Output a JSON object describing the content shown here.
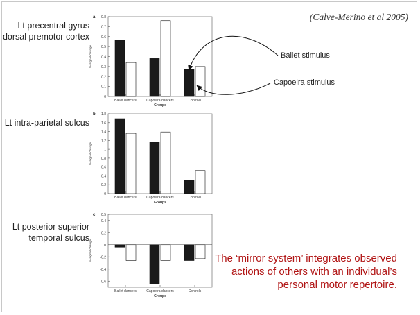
{
  "citation": "(Calve-Merino et al 2005)",
  "legend": {
    "ballet_label": "Ballet stimulus",
    "capoeira_label": "Capoeira stimulus"
  },
  "conclusion": "The ‘mirror system’ integrates observed actions of others with an individual’s personal motor repertoire.",
  "colors": {
    "ballet_bar": "#1a1a1a",
    "capoeira_bar": "#ffffff",
    "conclusion_text": "#b11515"
  },
  "chart_data": [
    {
      "type": "bar",
      "panel_letter": "a",
      "region_label": "Lt precentral gyrus\ndorsal premotor cortex",
      "categories": [
        "Ballet dancers",
        "Capoeira dancers",
        "Controls"
      ],
      "series": [
        {
          "name": "Ballet stimulus",
          "values": [
            0.565,
            0.38,
            0.27
          ]
        },
        {
          "name": "Capoeira stimulus",
          "values": [
            0.34,
            0.76,
            0.3
          ]
        }
      ],
      "ylim": [
        0,
        0.8
      ],
      "yticks": [
        0,
        0.1,
        0.2,
        0.3,
        0.4,
        0.5,
        0.6,
        0.7,
        0.8
      ],
      "ytick_labels": [
        "0",
        "0.1",
        "0.2",
        "0.3",
        "0.4",
        "0.5",
        "0.6",
        "0.7",
        "0.8"
      ],
      "xlabel": "Groups",
      "ylabel": "% signal change"
    },
    {
      "type": "bar",
      "panel_letter": "b",
      "region_label": "Lt intra-parietal sulcus",
      "categories": [
        "Ballet dancers",
        "Capoeira dancers",
        "Controls"
      ],
      "series": [
        {
          "name": "Ballet stimulus",
          "values": [
            1.69,
            1.16,
            0.3
          ]
        },
        {
          "name": "Capoeira stimulus",
          "values": [
            1.36,
            1.39,
            0.52
          ]
        }
      ],
      "ylim": [
        0,
        1.8
      ],
      "yticks": [
        0,
        0.2,
        0.4,
        0.6,
        0.8,
        1,
        1.2,
        1.4,
        1.6,
        1.8
      ],
      "ytick_labels": [
        "0",
        "0.2",
        "0.4",
        "0.6",
        "0.8",
        "1",
        "1.2",
        "1.4",
        "1.6",
        "1.8"
      ],
      "xlabel": "Groups",
      "ylabel": "% signal change"
    },
    {
      "type": "bar",
      "panel_letter": "c",
      "region_label": "Lt posterior superior\ntemporal sulcus",
      "categories": [
        "Ballet dancers",
        "Capoeira dancers",
        "Controls"
      ],
      "series": [
        {
          "name": "Ballet stimulus",
          "values": [
            -0.04,
            -0.65,
            -0.26
          ]
        },
        {
          "name": "Capoeira stimulus",
          "values": [
            -0.26,
            -0.26,
            -0.23
          ]
        }
      ],
      "ylim": [
        -0.7,
        0.5
      ],
      "yticks": [
        -0.6,
        -0.4,
        -0.2,
        0,
        0.2,
        0.4,
        0.5
      ],
      "ytick_labels": [
        "-0.6",
        "-0.4",
        "-0.2",
        "0",
        "0.2",
        "0.4",
        "0.5"
      ],
      "xlabel": "Groups",
      "ylabel": "% signal change"
    }
  ]
}
